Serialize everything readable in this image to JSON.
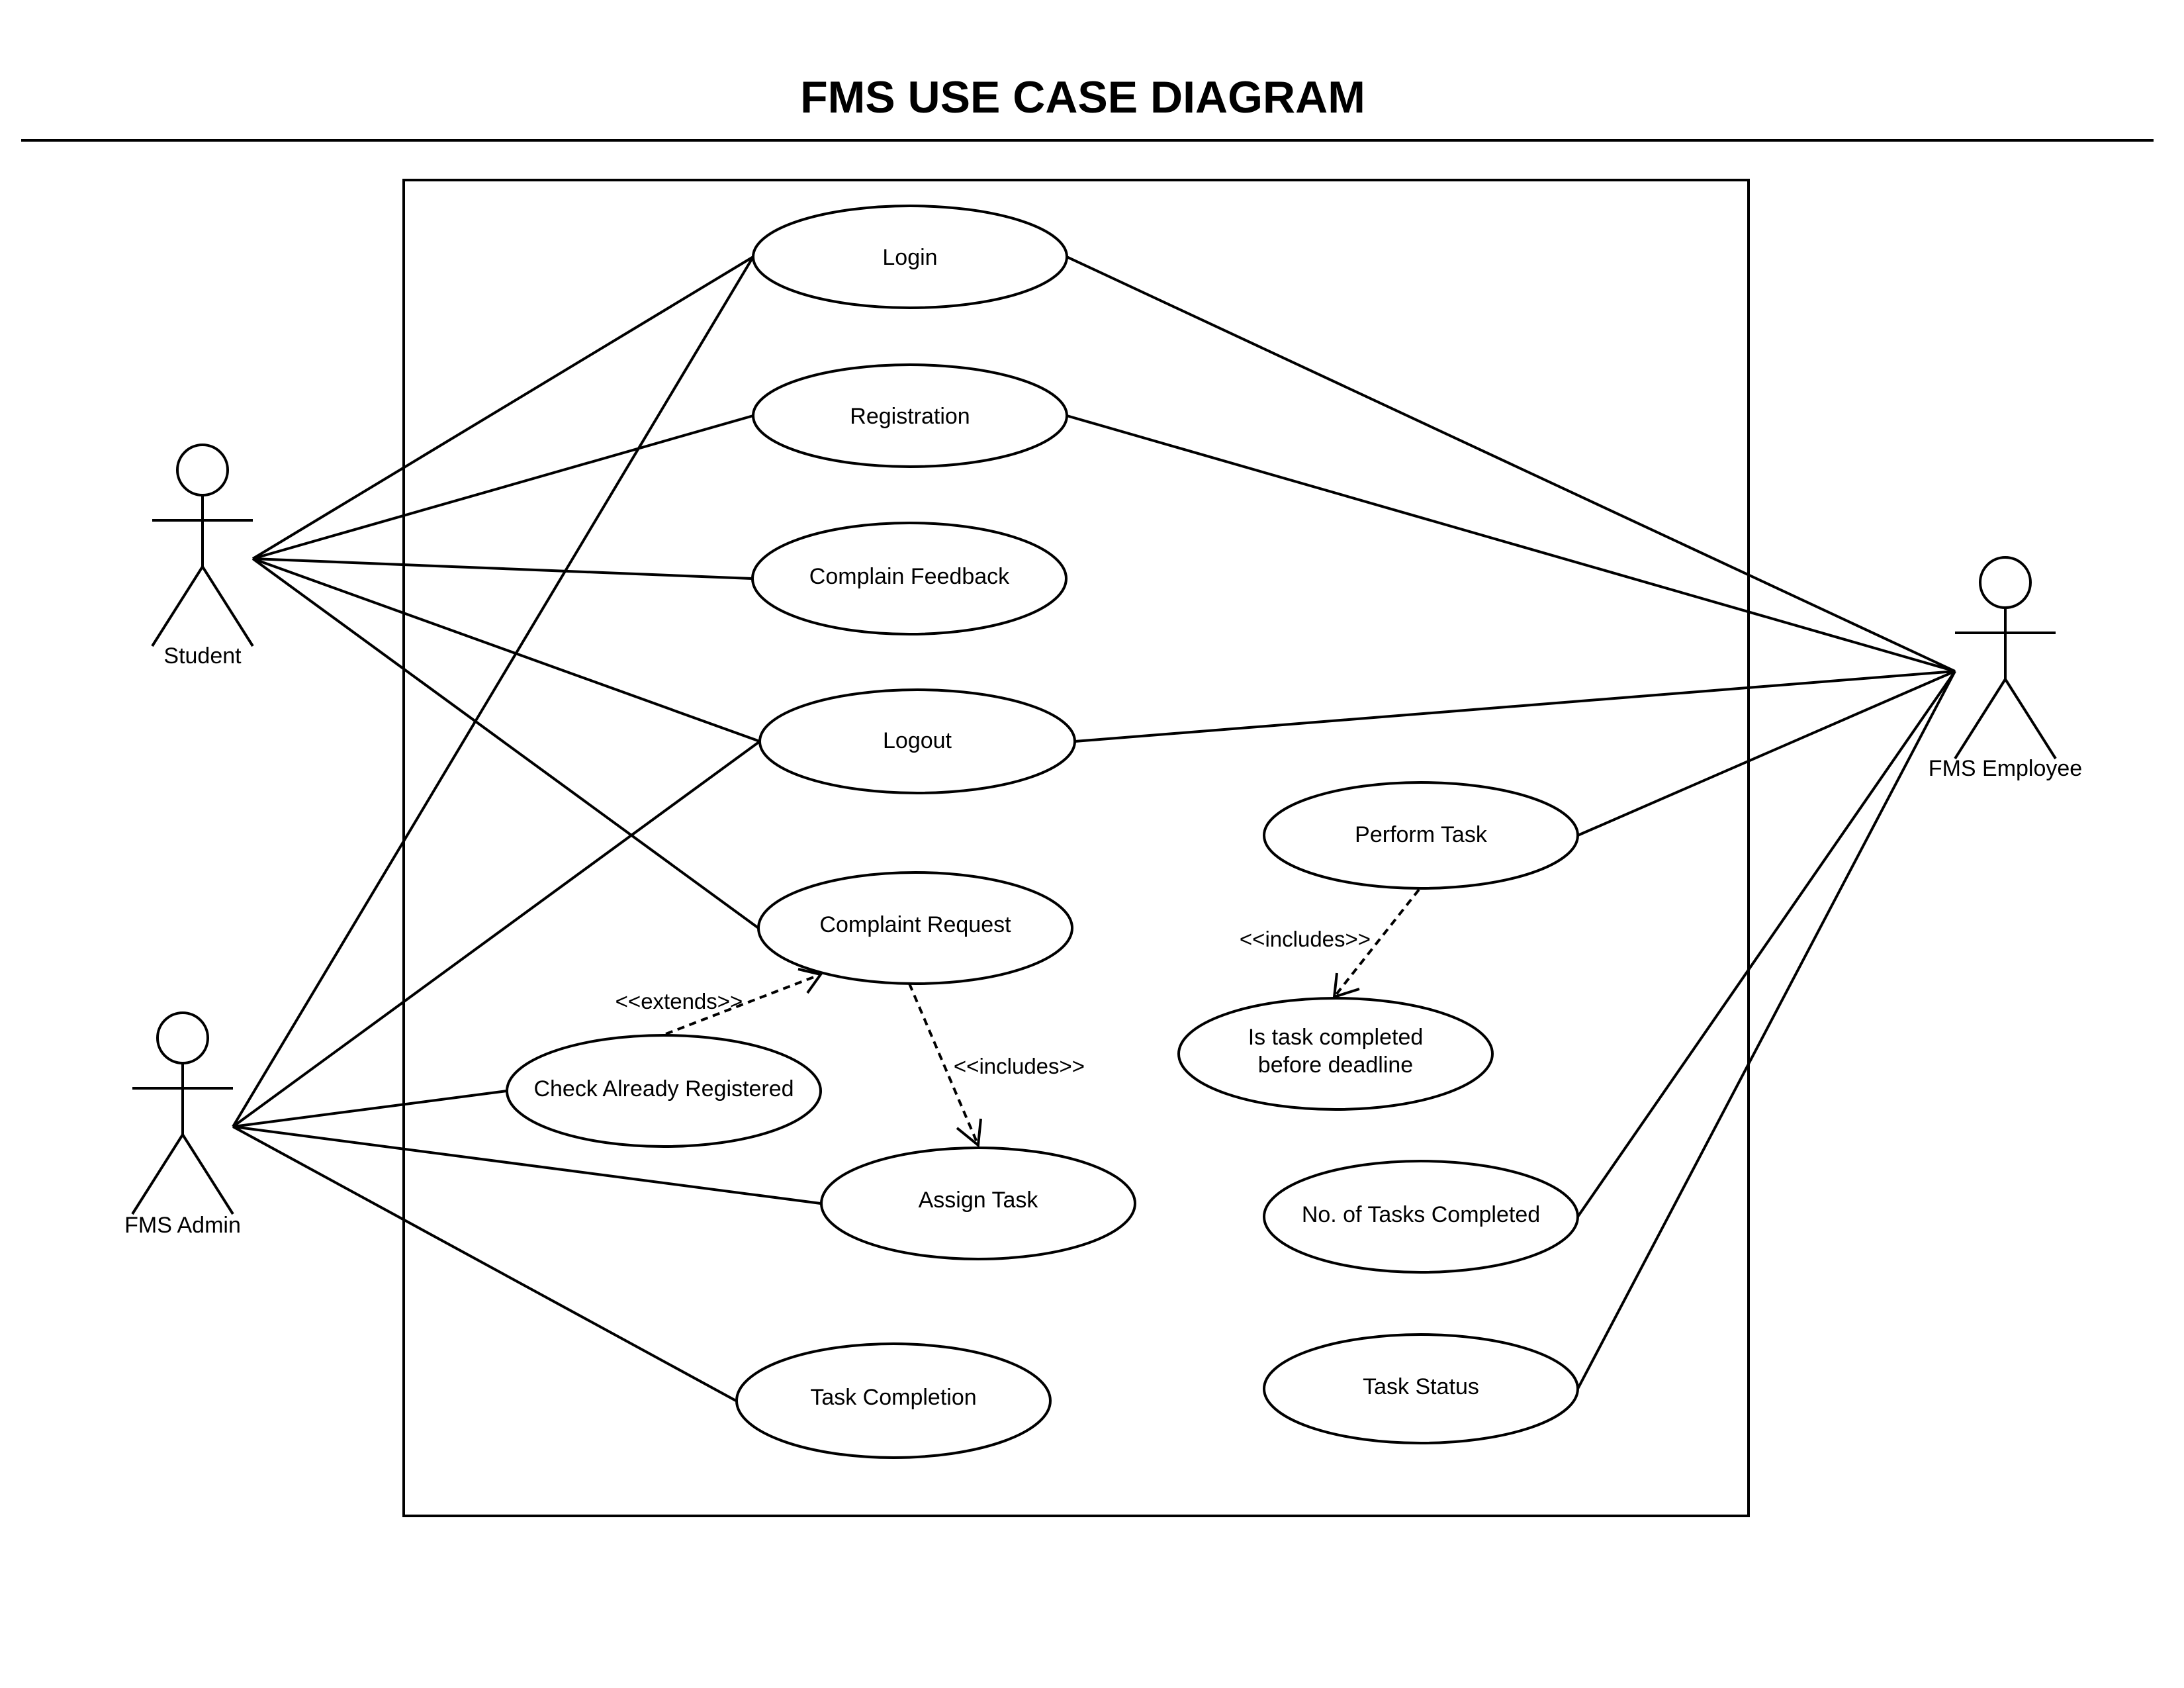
{
  "title": "FMS USE CASE DIAGRAM",
  "actors": {
    "student": "Student",
    "admin": "FMS Admin",
    "employee": "FMS Employee"
  },
  "use_cases": {
    "login": "Login",
    "registration": "Registration",
    "complain_feedback": "Complain Feedback",
    "logout": "Logout",
    "complaint_request": "Complaint Request",
    "check_registered": "Check Already Registered",
    "assign_task": "Assign Task",
    "task_completion": "Task Completion",
    "perform_task": "Perform Task",
    "deadline_line1": "Is task completed",
    "deadline_line2": "before deadline",
    "tasks_completed": "No. of Tasks Completed",
    "task_status": "Task Status"
  },
  "relationships": {
    "extends": "<<extends>>",
    "includes_assign": "<<includes>>",
    "includes_deadline": "<<includes>>"
  }
}
